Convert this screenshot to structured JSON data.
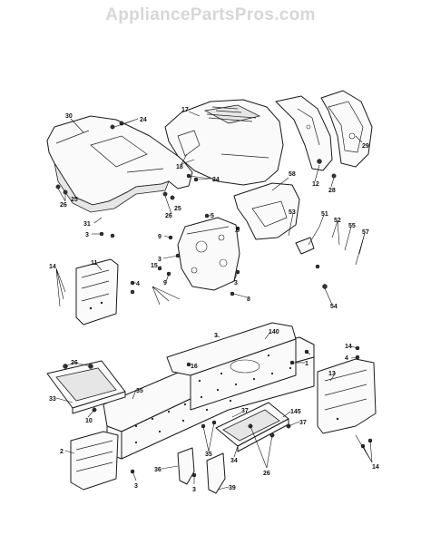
{
  "header": {
    "watermark": "AppliancePartsPros.com"
  },
  "callouts": {
    "c30": "30",
    "c24a": "24",
    "c17": "17",
    "c29": "29",
    "c18": "18",
    "c12": "12",
    "c28": "28",
    "c24b": "24",
    "c58": "58",
    "c26a": "26",
    "c25a": "25",
    "c26b": "26",
    "c25b": "25",
    "c31": "31",
    "c3a": "3",
    "c5a": "5",
    "c5b": "5",
    "c9a": "9",
    "c53": "53",
    "c51": "51",
    "c52": "52",
    "c55": "55",
    "c57": "57",
    "c3b": "3",
    "c14a": "14",
    "c11": "11",
    "c15": "15",
    "c9b": "9",
    "c3c": "3",
    "c4a": "4",
    "c8": "8",
    "c54": "54",
    "c140": "140",
    "c3d": "3",
    "c14b": "14",
    "c4b": "4",
    "c13": "13",
    "c26c": "26",
    "c16": "16",
    "c35a": "35",
    "c1": "1",
    "c33": "33",
    "c10": "10",
    "c37a": "37",
    "c145": "145",
    "c37b": "37",
    "c35b": "35",
    "c34": "34",
    "c26d": "26",
    "c2": "2",
    "c36": "36",
    "c3e": "3",
    "c3f": "3",
    "c39": "39",
    "c14c": "14"
  }
}
